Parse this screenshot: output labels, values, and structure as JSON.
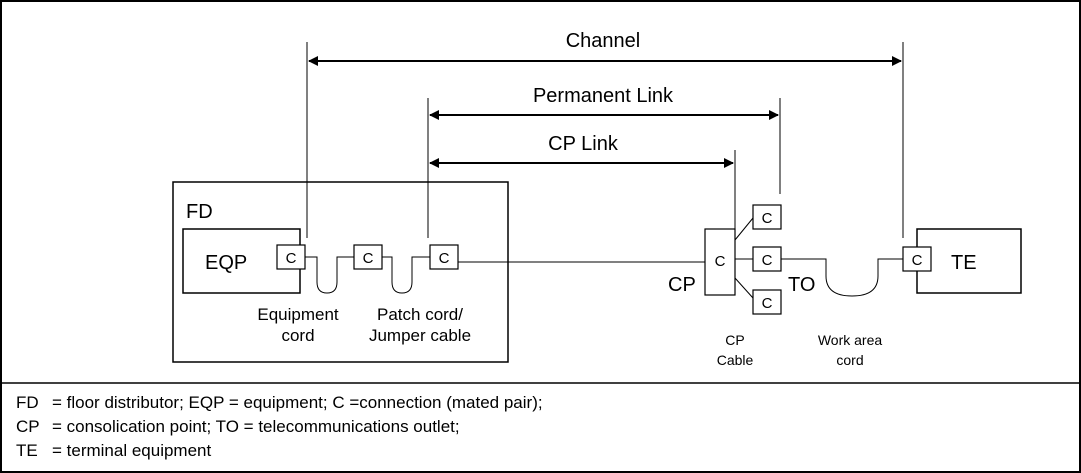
{
  "diagram": {
    "spans": {
      "channel": "Channel",
      "permanent_link": "Permanent Link",
      "cp_link": "CP Link"
    },
    "floor_distributor": {
      "label": "FD",
      "equipment": "EQP",
      "connectors": [
        "C",
        "C",
        "C"
      ],
      "equipment_cord": [
        "Equipment",
        "cord"
      ],
      "patch_cord": [
        "Patch cord/",
        "Jumper cable"
      ]
    },
    "consolidation_point": {
      "label": "CP",
      "connector": "C",
      "branch_connectors": [
        "C",
        "C",
        "C"
      ],
      "cable_label": [
        "CP",
        "Cable"
      ]
    },
    "outlet": {
      "label": "TO",
      "work_area_cord": [
        "Work area",
        "cord"
      ]
    },
    "terminal": {
      "label": "TE",
      "connector": "C"
    }
  },
  "legend": {
    "rows": [
      {
        "abbr": "FD",
        "text": "= floor distributor;  EQP = equipment;  C =connection (mated pair);"
      },
      {
        "abbr": "CP",
        "text": "= consolication point;  TO = telecommunications outlet;"
      },
      {
        "abbr": "TE",
        "text": "= terminal equipment"
      }
    ]
  }
}
